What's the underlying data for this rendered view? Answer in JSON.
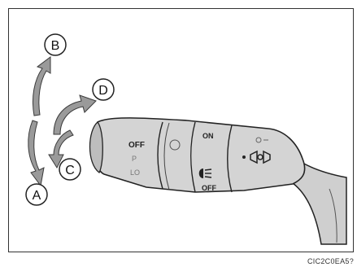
{
  "figure_code": "CIC2C0EA5?",
  "callouts": {
    "a": "A",
    "b": "B",
    "c": "C",
    "d": "D"
  },
  "ring_labels": {
    "off": "OFF",
    "parking": "P",
    "low": "LO",
    "hi_icon": "headlight-icon",
    "fog_on": "ON",
    "fog_off": "OFF",
    "fog_icon": "fog-light-icon",
    "tip_icon": "tail-light-icon"
  },
  "colors": {
    "arrow_fill": "#9a9a9a",
    "arrow_stroke": "#3a3a3a",
    "lever_fill": "#d4d4d4",
    "lever_stroke": "#222222",
    "callout_fill": "#ffffff"
  }
}
